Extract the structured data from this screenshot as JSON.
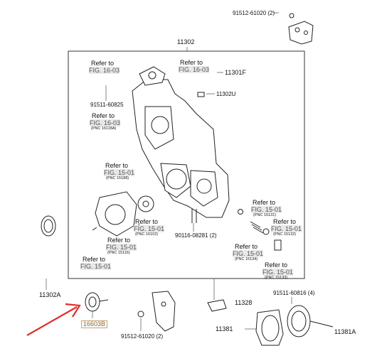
{
  "labels": {
    "p91512_top": "91512-61020 (2)",
    "p11302": "11302",
    "p11301f": "11301F",
    "p11302u": "11302U",
    "p91511_60825": "91511-60825",
    "p90116": "90116-08281 (2)",
    "p11302a": "11302A",
    "p16603b": "16603B",
    "p91512_bottom": "91512-61020 (2)",
    "p11328": "11328",
    "p91511_60816": "91511-60816 (4)",
    "p11381": "11381",
    "p11381a": "11381A"
  },
  "refs": {
    "refer_to": "Refer to",
    "r1_fig": "FIG. 16-03",
    "r2_fig": "FIG. 16-03",
    "r3_fig": "FIG. 16-03",
    "r3_pnc": "(PNC 16118A)",
    "r4_fig": "FIG. 15-01",
    "r4_pnc": "(PNC 15188)",
    "r5_fig": "FIG. 15-01",
    "r5_pnc": "(PNC 16102)",
    "r6_fig": "FIG. 15-01",
    "r6_pnc": "(PNC 15116)",
    "r7_fig": "FIG. 15-01",
    "r8_fig": "FIG. 15-01",
    "r8_pnc": "(PNC 15131)",
    "r9_fig": "FIG. 15-01",
    "r9_pnc": "(PNC 15132)",
    "r10_fig": "FIG. 15-01",
    "r10_pnc": "(PNC 15134)",
    "r11_fig": "FIG. 15-01",
    "r11_pnc": "(PNC 15133)"
  },
  "colors": {
    "line": "#222222",
    "arrow": "#e0302c",
    "highlight_box": "#c9a06a"
  }
}
